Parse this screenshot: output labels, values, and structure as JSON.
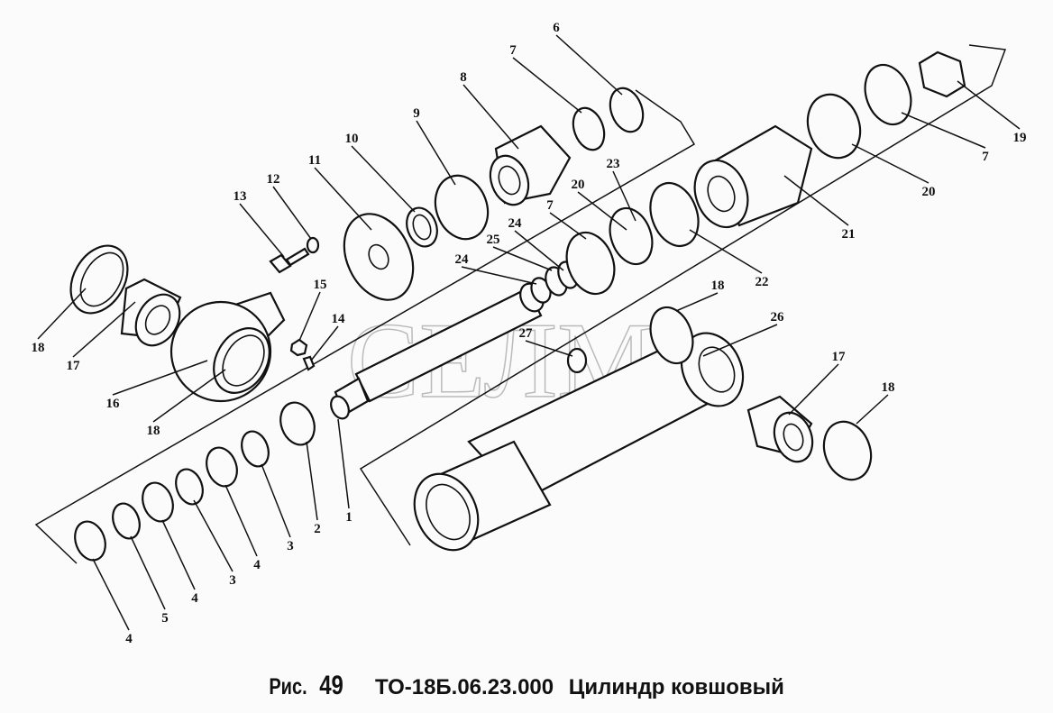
{
  "caption": {
    "figure_prefix": "Рис.",
    "figure_number": "49",
    "drawing_code": "ТО-18Б.06.23.000",
    "title": "Цилиндр ковшовый"
  },
  "watermark": "СЕЛМ",
  "callouts": [
    "6",
    "7",
    "8",
    "9",
    "10",
    "11",
    "12",
    "13",
    "14",
    "15",
    "16",
    "17",
    "18",
    "18",
    "19",
    "7",
    "20",
    "21",
    "22",
    "23",
    "20",
    "7",
    "24",
    "25",
    "24",
    "18",
    "26",
    "27",
    "17",
    "18",
    "1",
    "2",
    "3",
    "4",
    "3",
    "4",
    "5",
    "4"
  ]
}
